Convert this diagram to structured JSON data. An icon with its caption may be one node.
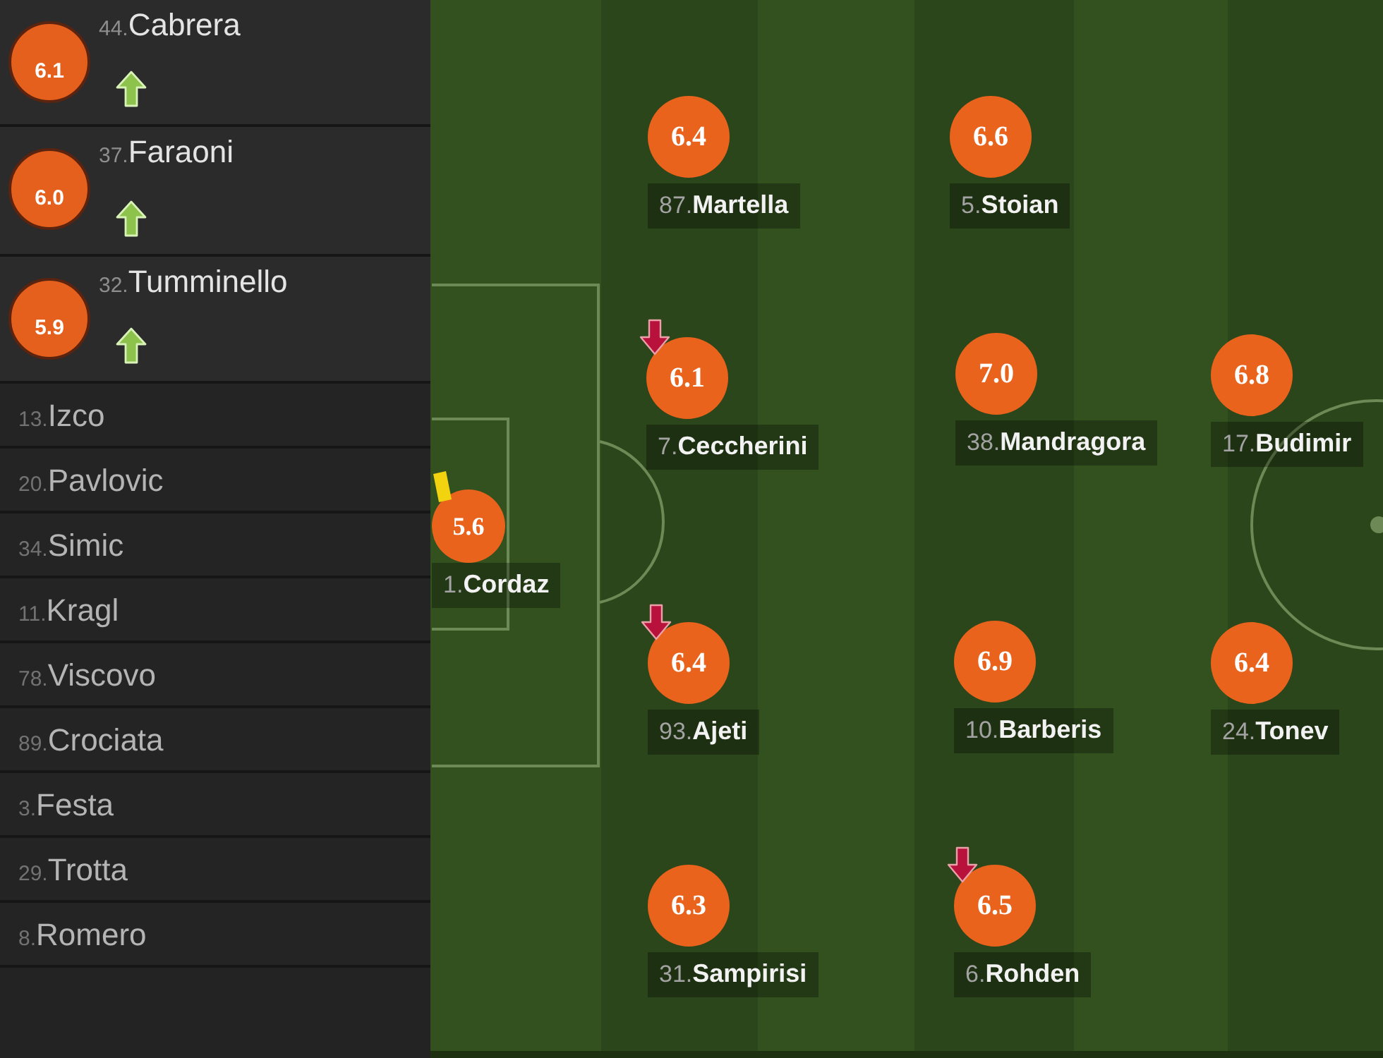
{
  "diagram": {
    "nodes": [
      {
        "text": [
          "6.1",
          "44.",
          "Cabrera"
        ]
      },
      {
        "text": [
          "6.0",
          "37.",
          "Faraoni"
        ]
      },
      {
        "text": [
          "5.9",
          "32.",
          "Tumminello"
        ]
      },
      {
        "text": [
          "13.",
          "Izco"
        ]
      },
      {
        "text": [
          "20.",
          "Pavlovic"
        ]
      },
      {
        "text": [
          "34.",
          "Simic"
        ]
      },
      {
        "text": [
          "11.",
          "Kragl"
        ]
      },
      {
        "text": [
          "78.",
          "Viscovo"
        ]
      },
      {
        "text": [
          "89.",
          "Crociata"
        ]
      },
      {
        "text": [
          "3.",
          "Festa"
        ]
      },
      {
        "text": [
          "29.",
          "Trotta"
        ]
      },
      {
        "text": [
          "8.",
          "Romero"
        ]
      },
      {
        "text": [
          "6.4",
          "87.",
          "Martella"
        ]
      },
      {
        "text": [
          "6.6",
          "5.",
          "Stoian"
        ]
      },
      {
        "text": [
          "6.1",
          "7.",
          "Ceccherini"
        ]
      },
      {
        "text": [
          "7.0",
          "38.",
          "Mandragora"
        ]
      },
      {
        "text": [
          "6.8",
          "17.",
          "Budimir"
        ]
      },
      {
        "text": [
          "5.6",
          "1.",
          "Cordaz"
        ]
      },
      {
        "text": [
          "6.4",
          "93.",
          "Ajeti"
        ]
      },
      {
        "text": [
          "6.9",
          "10.",
          "Barberis"
        ]
      },
      {
        "text": [
          "6.4",
          "24.",
          "Tonev"
        ]
      },
      {
        "text": [
          "6.3",
          "31.",
          "Sampirisi"
        ]
      },
      {
        "text": [
          "6.5",
          "6.",
          "Rohden"
        ]
      }
    ]
  }
}
